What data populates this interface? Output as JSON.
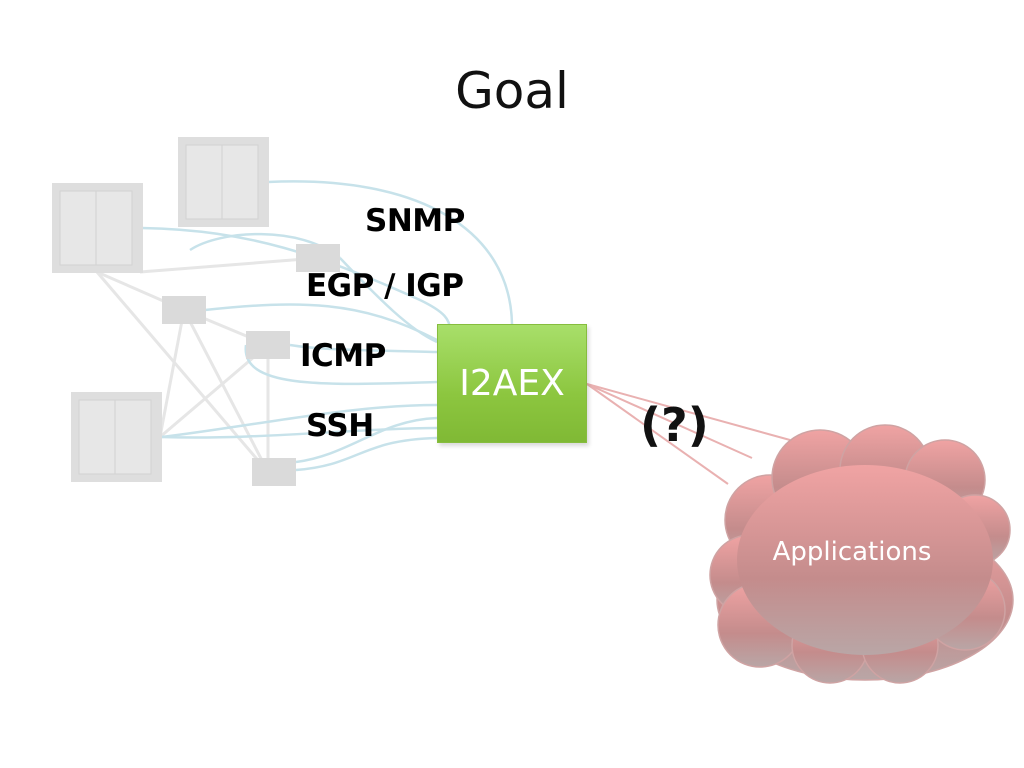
{
  "title": "Goal",
  "center_node": "I2AEX",
  "protocols": [
    "SNMP",
    "EGP / IGP",
    "ICMP",
    "SSH"
  ],
  "unknown_interface": "(?)",
  "cloud_label": "Applications",
  "colors": {
    "link": "#bfe0e8",
    "i2aex_fill": "#8cc63f",
    "cloud_fill": "#d98b8b",
    "app_link": "#e8a9a9",
    "device": "#dddddd"
  }
}
